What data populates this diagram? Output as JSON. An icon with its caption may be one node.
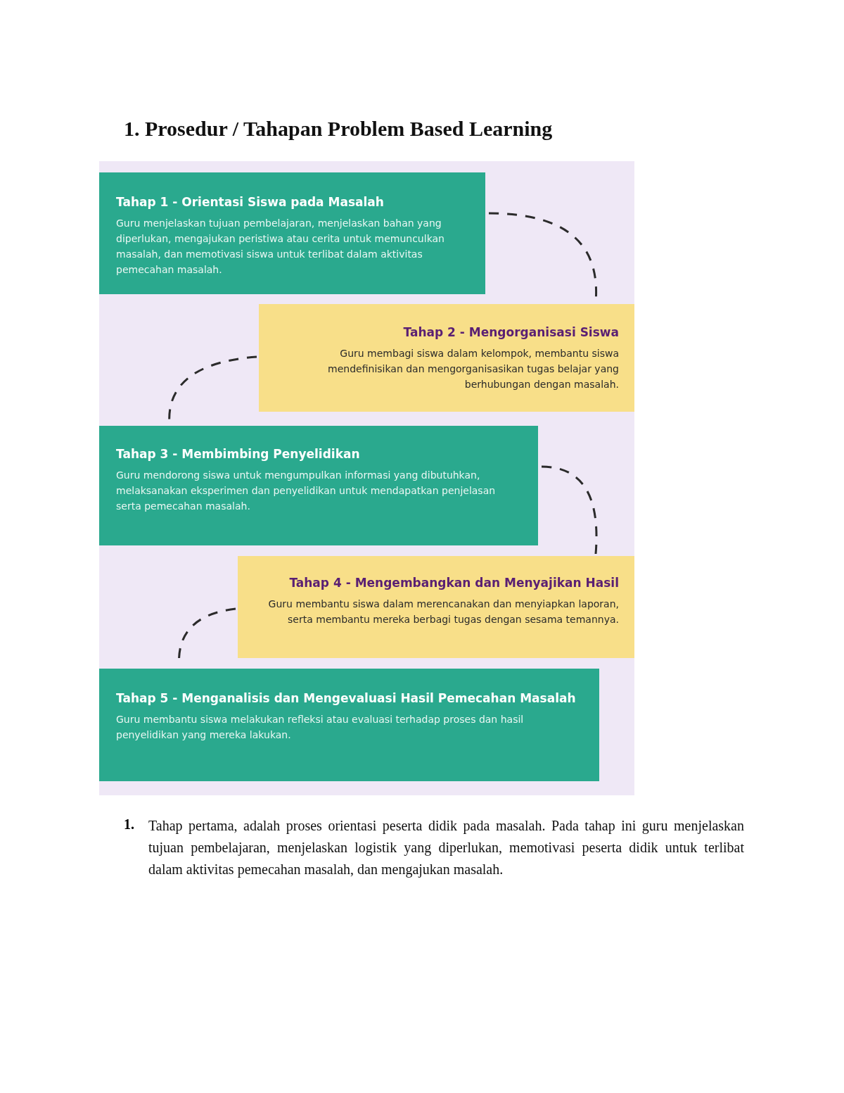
{
  "diagram": {
    "title": "1. Prosedur / Tahapan Problem Based Learning",
    "nodes": [
      {
        "text": [
          "Tahap 1 - Orientasi Siswa pada Masalah",
          "Guru menjelaskan tujuan pembelajaran, menjelaskan bahan yang diperlukan, mengajukan peristiwa atau cerita untuk memunculkan masalah, dan memotivasi siswa untuk terlibat dalam aktivitas pemecahan masalah."
        ]
      },
      {
        "text": [
          "Tahap 2 - Mengorganisasi Siswa",
          "Guru membagi siswa dalam kelompok, membantu siswa mendefinisikan dan mengorganisasikan tugas belajar yang berhubungan dengan masalah."
        ]
      },
      {
        "text": [
          "Tahap 3 - Membimbing Penyelidikan",
          "Guru mendorong siswa untuk mengumpulkan informasi yang dibutuhkan, melaksanakan eksperimen dan penyelidikan untuk mendapatkan penjelasan serta pemecahan masalah."
        ]
      },
      {
        "text": [
          "Tahap 4 - Mengembangkan dan Menyajikan Hasil",
          "Guru membantu siswa dalam merencanakan dan menyiapkan laporan, serta membantu mereka berbagi tugas dengan sesama temannya."
        ]
      },
      {
        "text": [
          "Tahap 5 - Menganalisis dan Mengevaluasi Hasil Pemecahan Masalah",
          "Guru membantu siswa melakukan refleksi atau evaluasi terhadap proses dan hasil penyelidikan yang mereka lakukan."
        ]
      }
    ],
    "edges": [
      {
        "from": 0,
        "to": 1,
        "arrow": "none",
        "style": "dashed"
      },
      {
        "from": 1,
        "to": 2,
        "arrow": "none",
        "style": "dashed"
      },
      {
        "from": 2,
        "to": 3,
        "arrow": "none",
        "style": "dashed"
      },
      {
        "from": 3,
        "to": 4,
        "arrow": "none",
        "style": "dashed"
      }
    ],
    "labels": [
      "1.",
      "Tahap pertama, adalah proses orientasi peserta didik pada masalah. Pada tahap ini guru menjelaskan tujuan pembelajaran, menjelaskan logistik yang diperlukan, memotivasi peserta didik untuk terlibat dalam aktivitas pemecahan masalah, dan mengajukan masalah."
    ]
  }
}
